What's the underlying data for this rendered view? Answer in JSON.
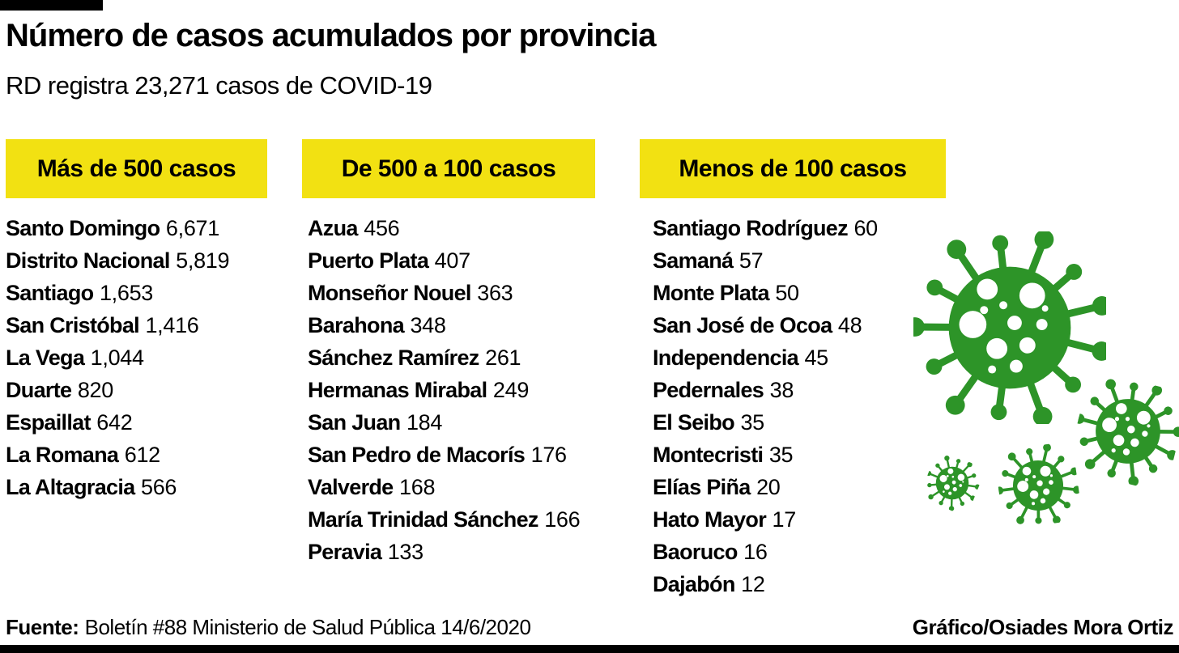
{
  "header": {
    "title": "Número de casos acumulados por provincia",
    "subtitle": "RD registra 23,271 casos de COVID-19"
  },
  "columns": [
    {
      "header": "Más de 500 casos",
      "items": [
        {
          "name": "Santo Domingo",
          "value": "6,671"
        },
        {
          "name": "Distrito Nacional",
          "value": "5,819"
        },
        {
          "name": "Santiago",
          "value": "1,653"
        },
        {
          "name": "San Cristóbal",
          "value": "1,416"
        },
        {
          "name": "La Vega",
          "value": "1,044"
        },
        {
          "name": "Duarte",
          "value": "820"
        },
        {
          "name": "Espaillat",
          "value": "642"
        },
        {
          "name": "La Romana",
          "value": "612"
        },
        {
          "name": "La Altagracia",
          "value": "566"
        }
      ]
    },
    {
      "header": "De 500 a 100 casos",
      "items": [
        {
          "name": "Azua",
          "value": "456"
        },
        {
          "name": "Puerto Plata",
          "value": "407"
        },
        {
          "name": "Monseñor Nouel",
          "value": "363"
        },
        {
          "name": "Barahona",
          "value": "348"
        },
        {
          "name": "Sánchez Ramírez",
          "value": "261"
        },
        {
          "name": "Hermanas Mirabal",
          "value": "249"
        },
        {
          "name": "San Juan",
          "value": "184"
        },
        {
          "name": "San Pedro de Macorís",
          "value": "176"
        },
        {
          "name": "Valverde",
          "value": "168"
        },
        {
          "name": "María Trinidad Sánchez",
          "value": "166"
        },
        {
          "name": "Peravia",
          "value": "133"
        }
      ]
    },
    {
      "header": "Menos de 100 casos",
      "items": [
        {
          "name": "Santiago Rodríguez",
          "value": "60"
        },
        {
          "name": "Samaná",
          "value": "57"
        },
        {
          "name": "Monte Plata",
          "value": "50"
        },
        {
          "name": "San José de Ocoa",
          "value": "48"
        },
        {
          "name": "Independencia",
          "value": "45"
        },
        {
          "name": "Pedernales",
          "value": "38"
        },
        {
          "name": "El Seibo",
          "value": "35"
        },
        {
          "name": "Montecristi",
          "value": "35"
        },
        {
          "name": "Elías Piña",
          "value": "20"
        },
        {
          "name": "Hato Mayor",
          "value": "17"
        },
        {
          "name": "Baoruco",
          "value": "16"
        },
        {
          "name": "Dajabón",
          "value": "12"
        }
      ]
    }
  ],
  "footer": {
    "source_label": "Fuente:",
    "source_text": "Boletín #88 Ministerio de Salud Pública 14/6/2020",
    "credit": "Gráfico/Osiades Mora Ortiz"
  },
  "icons": [
    "virus-icon-large",
    "virus-icon-medium",
    "virus-icon-small",
    "virus-icon-tiny"
  ],
  "colors": {
    "accent_yellow": "#F2E112",
    "virus_green": "#2D9428",
    "text_black": "#000000"
  },
  "chart_data": {
    "type": "table",
    "title": "Número de casos acumulados por provincia",
    "subtitle": "RD registra 23,271 casos de COVID-19",
    "total_cases": 23271,
    "groups": [
      {
        "label": "Más de 500 casos",
        "categories": [
          "Santo Domingo",
          "Distrito Nacional",
          "Santiago",
          "San Cristóbal",
          "La Vega",
          "Duarte",
          "Espaillat",
          "La Romana",
          "La Altagracia"
        ],
        "values": [
          6671,
          5819,
          1653,
          1416,
          1044,
          820,
          642,
          612,
          566
        ]
      },
      {
        "label": "De 500 a 100 casos",
        "categories": [
          "Azua",
          "Puerto Plata",
          "Monseñor Nouel",
          "Barahona",
          "Sánchez Ramírez",
          "Hermanas Mirabal",
          "San Juan",
          "San Pedro de Macorís",
          "Valverde",
          "María Trinidad Sánchez",
          "Peravia"
        ],
        "values": [
          456,
          407,
          363,
          348,
          261,
          249,
          184,
          176,
          168,
          166,
          133
        ]
      },
      {
        "label": "Menos de 100 casos",
        "categories": [
          "Santiago Rodríguez",
          "Samaná",
          "Monte Plata",
          "San José de Ocoa",
          "Independencia",
          "Pedernales",
          "El Seibo",
          "Montecristi",
          "Elías Piña",
          "Hato Mayor",
          "Baoruco",
          "Dajabón"
        ],
        "values": [
          60,
          57,
          50,
          48,
          45,
          38,
          35,
          35,
          20,
          17,
          16,
          12
        ]
      }
    ],
    "source": "Boletín #88 Ministerio de Salud Pública 14/6/2020",
    "credit": "Gráfico/Osiades Mora Ortiz"
  }
}
